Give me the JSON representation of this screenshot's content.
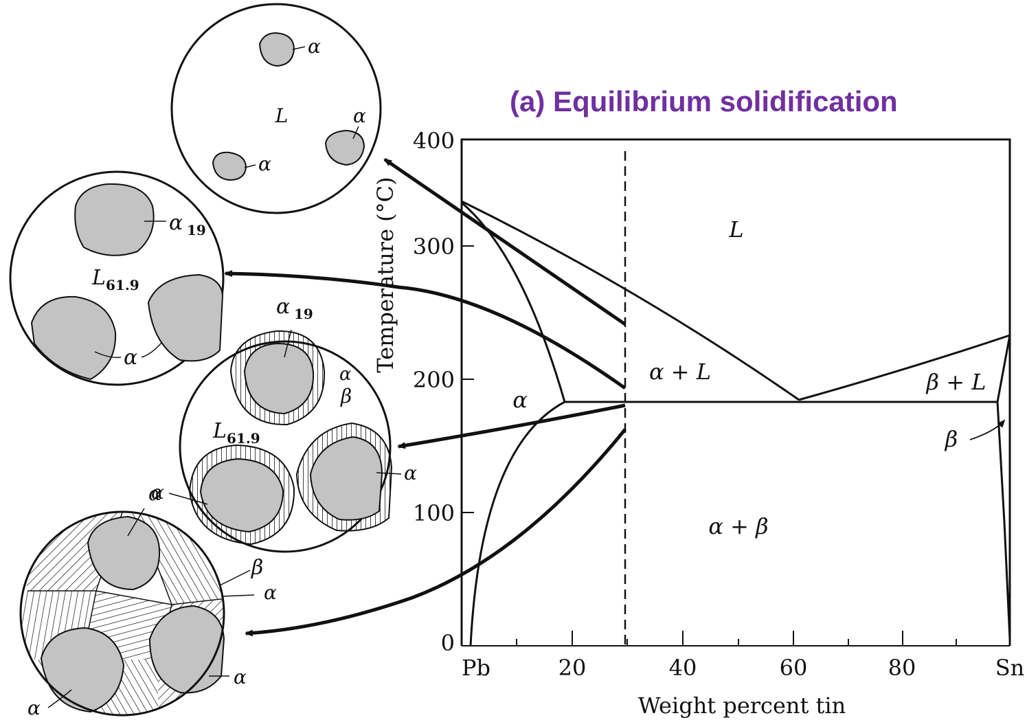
{
  "title": "(a) Equilibrium solidification",
  "chart_data": {
    "type": "phase-diagram",
    "ylabel": "Temperature (°C)",
    "xlabel": "Weight percent tin",
    "x_ticks": [
      "Pb",
      "20",
      "40",
      "60",
      "80",
      "Sn"
    ],
    "y_ticks": [
      "0",
      "100",
      "200",
      "300",
      "400"
    ],
    "xlim": [
      0,
      100
    ],
    "ylim": [
      0,
      400
    ],
    "alloy_composition_wt_pct_Sn": 29,
    "phase_labels": [
      "L",
      "α + L",
      "α",
      "β + L",
      "β",
      "α + β"
    ]
  },
  "micrographs": [
    {
      "labels": {
        "liquid": "L",
        "alpha_top": "α",
        "alpha_right": "α",
        "alpha_left": "α"
      }
    },
    {
      "labels": {
        "alpha_comp": "α",
        "alpha_sub": "19",
        "liquid": "L",
        "liquid_sub": "61.9",
        "alpha_bottom": "α"
      }
    },
    {
      "labels": {
        "alpha_comp": "α",
        "alpha_sub": "19",
        "alpha_rim": "α",
        "beta_rim": "β",
        "liquid": "L",
        "liquid_sub": "61.9",
        "alpha_left": "α",
        "alpha_right": "α"
      }
    },
    {
      "labels": {
        "alpha_top": "α",
        "beta": "β",
        "alpha_mid": "α",
        "alpha_right": "α",
        "alpha_bottom": "α"
      }
    }
  ]
}
